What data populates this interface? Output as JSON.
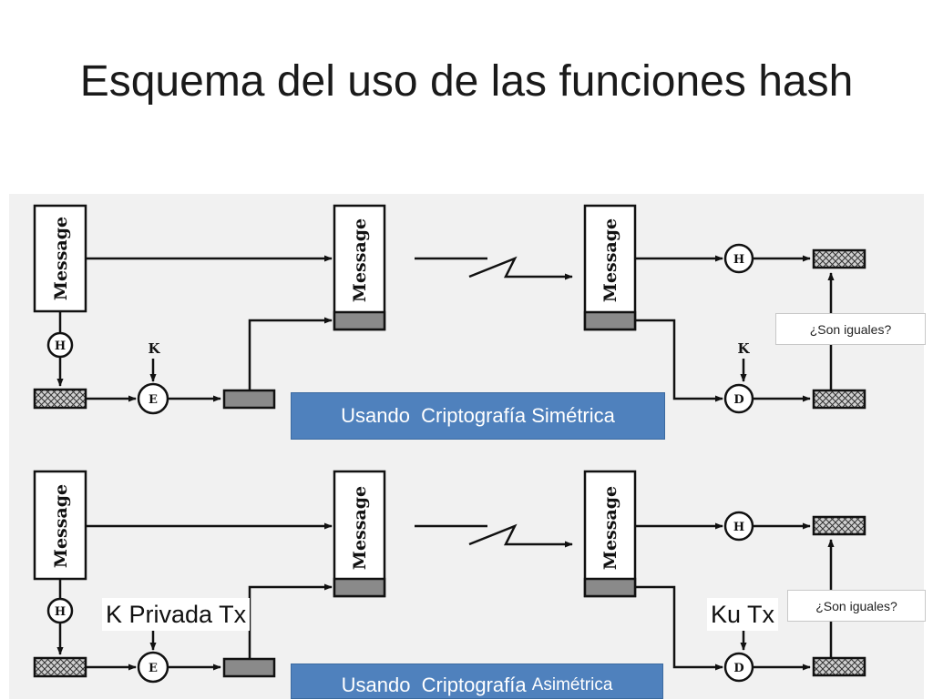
{
  "title": "Esquema del uso de las funciones hash",
  "labels": {
    "message": "Message",
    "hash": "H",
    "encrypt": "E",
    "decrypt": "D",
    "key": "K"
  },
  "top_scheme": {
    "caption": "Usando  Criptografía Simétrica",
    "question": "¿Son iguales?"
  },
  "bottom_scheme": {
    "caption_main": "Usando  Criptografía ",
    "caption_tail": "Asimétrica",
    "question": "¿Son iguales?",
    "sender_key": "K Privada Tx",
    "receiver_key": "Ku Tx"
  }
}
